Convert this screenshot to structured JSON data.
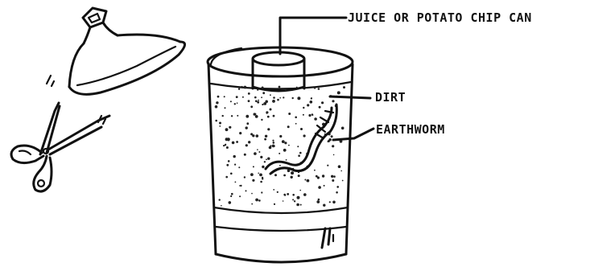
{
  "labels": {
    "can": "JUICE OR POTATO CHIP CAN",
    "dirt": "DIRT",
    "earthworm": "EARTHWORM"
  }
}
